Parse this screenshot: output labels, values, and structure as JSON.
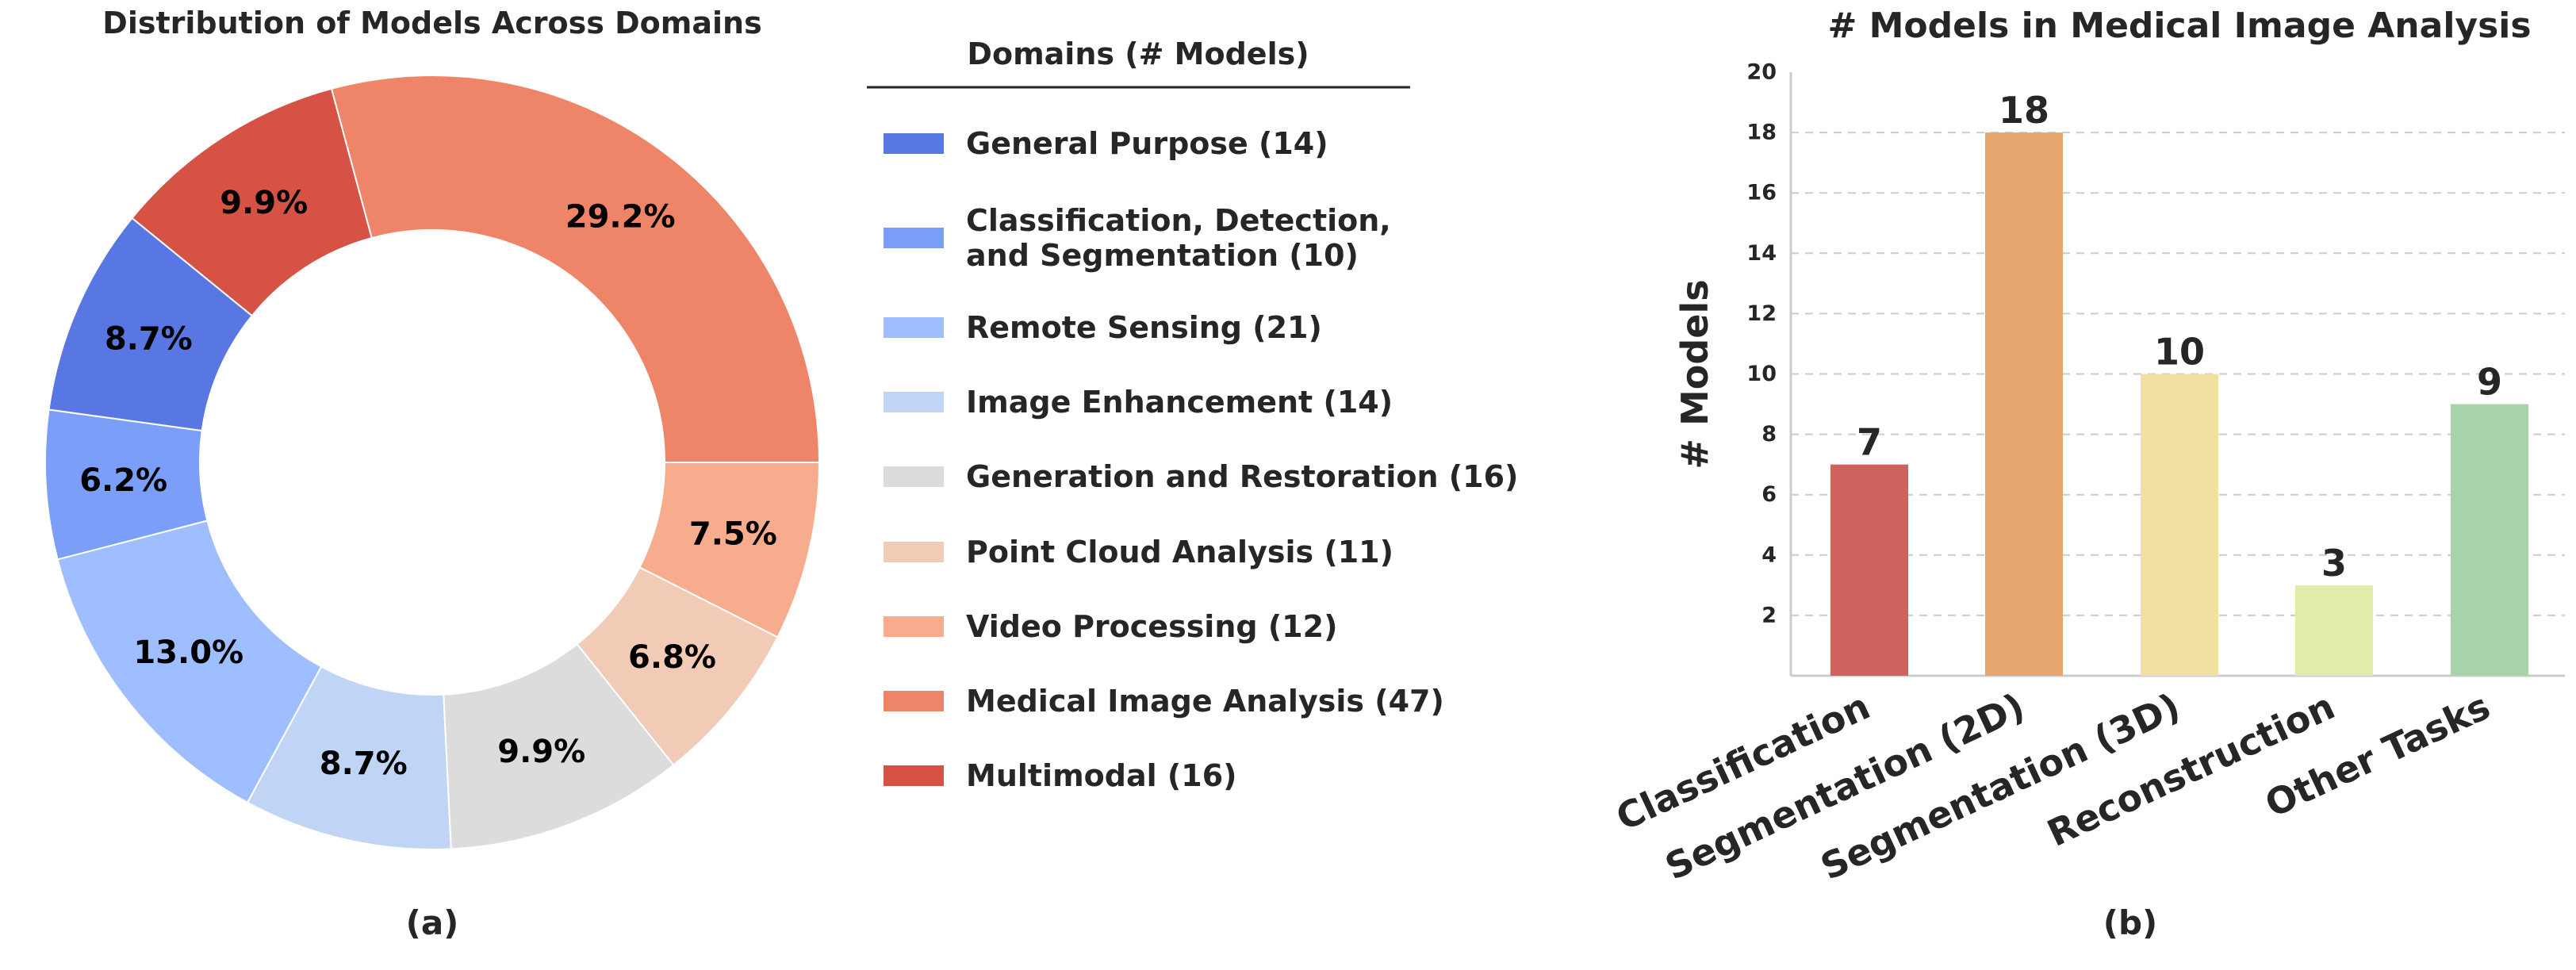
{
  "panel_labels": {
    "a": "(a)",
    "b": "(b)"
  },
  "chart_data": [
    {
      "type": "pie",
      "donut": true,
      "title": "Distribution of Models Across Domains",
      "legend_title": "Domains (# Models)",
      "legend_placement": "right",
      "start_angle_deg": 0,
      "direction": "counterclockwise",
      "slices": [
        {
          "label_lines": [
            "Medical Image Analysis (47)"
          ],
          "value": 47,
          "pct_label": "29.2%",
          "color": "#EE8468"
        },
        {
          "label_lines": [
            "Multimodal (16)"
          ],
          "value": 16,
          "pct_label": "9.9%",
          "color": "#D65244"
        },
        {
          "label_lines": [
            "General Purpose (14)"
          ],
          "value": 14,
          "pct_label": "8.7%",
          "color": "#5977E3"
        },
        {
          "label_lines": [
            "Classification, Detection,",
            "and Segmentation (10)"
          ],
          "value": 10,
          "pct_label": "6.2%",
          "color": "#7B9FF9"
        },
        {
          "label_lines": [
            "Remote Sensing (21)"
          ],
          "value": 21,
          "pct_label": "13.0%",
          "color": "#9EBEFF"
        },
        {
          "label_lines": [
            "Image Enhancement (14)"
          ],
          "value": 14,
          "pct_label": "8.7%",
          "color": "#C0D4F5"
        },
        {
          "label_lines": [
            "Generation and Restoration (16)"
          ],
          "value": 16,
          "pct_label": "9.9%",
          "color": "#DDDCDC"
        },
        {
          "label_lines": [
            "Point Cloud Analysis (11)"
          ],
          "value": 11,
          "pct_label": "6.8%",
          "color": "#F2CBB7"
        },
        {
          "label_lines": [
            "Video Processing (12)"
          ],
          "value": 12,
          "pct_label": "7.5%",
          "color": "#F7AC8E"
        }
      ],
      "legend_order": [
        2,
        3,
        4,
        5,
        6,
        7,
        8,
        0,
        1
      ]
    },
    {
      "type": "bar",
      "title": "# Models in Medical Image Analysis",
      "xlabel": "",
      "ylabel": "# Models",
      "ylim": [
        0,
        20
      ],
      "yticks": [
        2,
        4,
        6,
        8,
        10,
        12,
        14,
        16,
        18,
        20
      ],
      "grid": true,
      "categories": [
        "Classification",
        "Segmentation (2D)",
        "Segmentation (3D)",
        "Reconstruction",
        "Other Tasks"
      ],
      "values": [
        7,
        18,
        10,
        3,
        9
      ],
      "colors": [
        "#CF625D",
        "#E8A66F",
        "#F2DFA2",
        "#E2EBA8",
        "#A8D2A8"
      ]
    }
  ]
}
